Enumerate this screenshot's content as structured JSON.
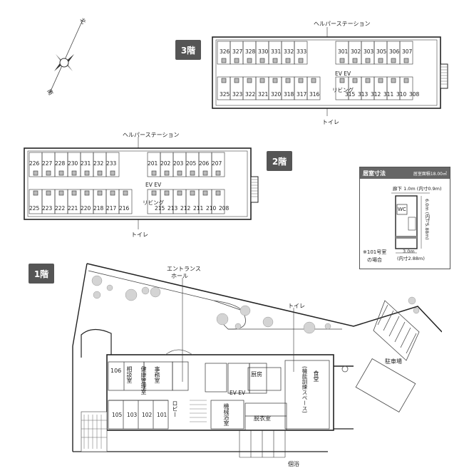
{
  "compass": {
    "north": "北",
    "south": "南"
  },
  "floor3": {
    "badge": "3階",
    "helper_station": "ヘルパーステーション",
    "top_rooms": [
      "326",
      "327",
      "328",
      "330",
      "331",
      "332",
      "333",
      "301",
      "302",
      "303",
      "305",
      "306",
      "307"
    ],
    "bottom_rooms": [
      "325",
      "323",
      "322",
      "321",
      "320",
      "318",
      "317",
      "316",
      "315",
      "313",
      "312",
      "311",
      "310",
      "308"
    ],
    "ev": "EV EV",
    "living": "リビング",
    "toilet": "トイレ"
  },
  "floor2": {
    "badge": "2階",
    "helper_station": "ヘルパーステーション",
    "top_rooms": [
      "226",
      "227",
      "228",
      "230",
      "231",
      "232",
      "233",
      "201",
      "202",
      "203",
      "205",
      "206",
      "207"
    ],
    "bottom_rooms": [
      "225",
      "223",
      "222",
      "221",
      "220",
      "218",
      "217",
      "216",
      "215",
      "213",
      "212",
      "211",
      "210",
      "208"
    ],
    "ev": "EV EV",
    "living": "リビング",
    "toilet": "トイレ"
  },
  "room_dims": {
    "title": "居室寸法",
    "area": "居室面積18.00㎡",
    "corridor": "廊下 1.0m (内寸0.9m)",
    "wc": "WC",
    "length": "6.0m (内寸5.88m)",
    "width": "3.0m",
    "width_inner": "(内寸2.88m)",
    "note1": "※101号室",
    "note2": "の場合"
  },
  "floor1": {
    "badge": "1階",
    "entrance": "エントランス",
    "hall": "ホール",
    "toilet": "トイレ",
    "parking": "駐車場",
    "room106": "106",
    "consult": "相談室",
    "health": "健康管理室",
    "office": "事務室",
    "rooms": [
      "105",
      "103",
      "102",
      "101"
    ],
    "lobby": "ロビー",
    "kitchen": "厨房",
    "dining": "食堂",
    "dining_sub": "(機能訓練スペース)",
    "ev": "EV EV",
    "bath_machine": "機械浴室",
    "dressing": "脱衣室",
    "private_bath": "個浴"
  }
}
